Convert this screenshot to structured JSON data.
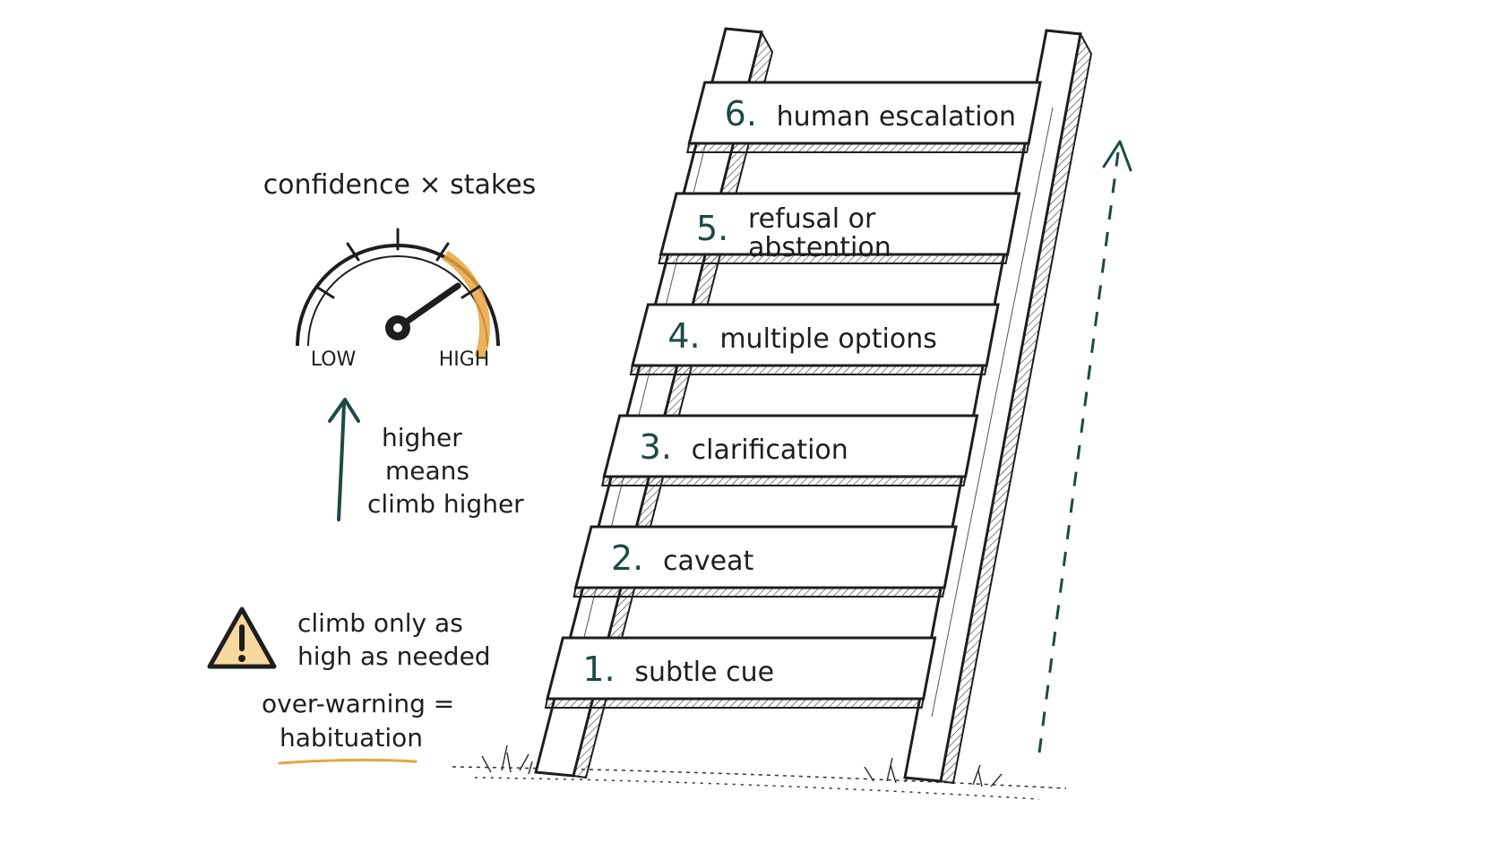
{
  "gauge": {
    "title": "confidence × stakes",
    "low_label": "LOW",
    "high_label": "HIGH",
    "level": 0.75,
    "accent_color": "#e9a540"
  },
  "arrow_note": {
    "line1": "higher",
    "line2": "means",
    "line3": "climb higher"
  },
  "warning": {
    "line1": "climb only as",
    "line2": "high as needed",
    "equation_line1": "over-warning =",
    "equation_line2": "habituation",
    "icon_fill": "#f7d9a0",
    "underline_color": "#e9a540"
  },
  "ladder": {
    "rungs": [
      {
        "number": "1.",
        "label": "subtle cue"
      },
      {
        "number": "2.",
        "label": "caveat"
      },
      {
        "number": "3.",
        "label": "clarification"
      },
      {
        "number": "4.",
        "label": "multiple options"
      },
      {
        "number": "5.",
        "label": "refusal or",
        "label2": "abstention"
      },
      {
        "number": "6.",
        "label": "human escalation"
      }
    ],
    "number_color": "#1d4a44"
  }
}
